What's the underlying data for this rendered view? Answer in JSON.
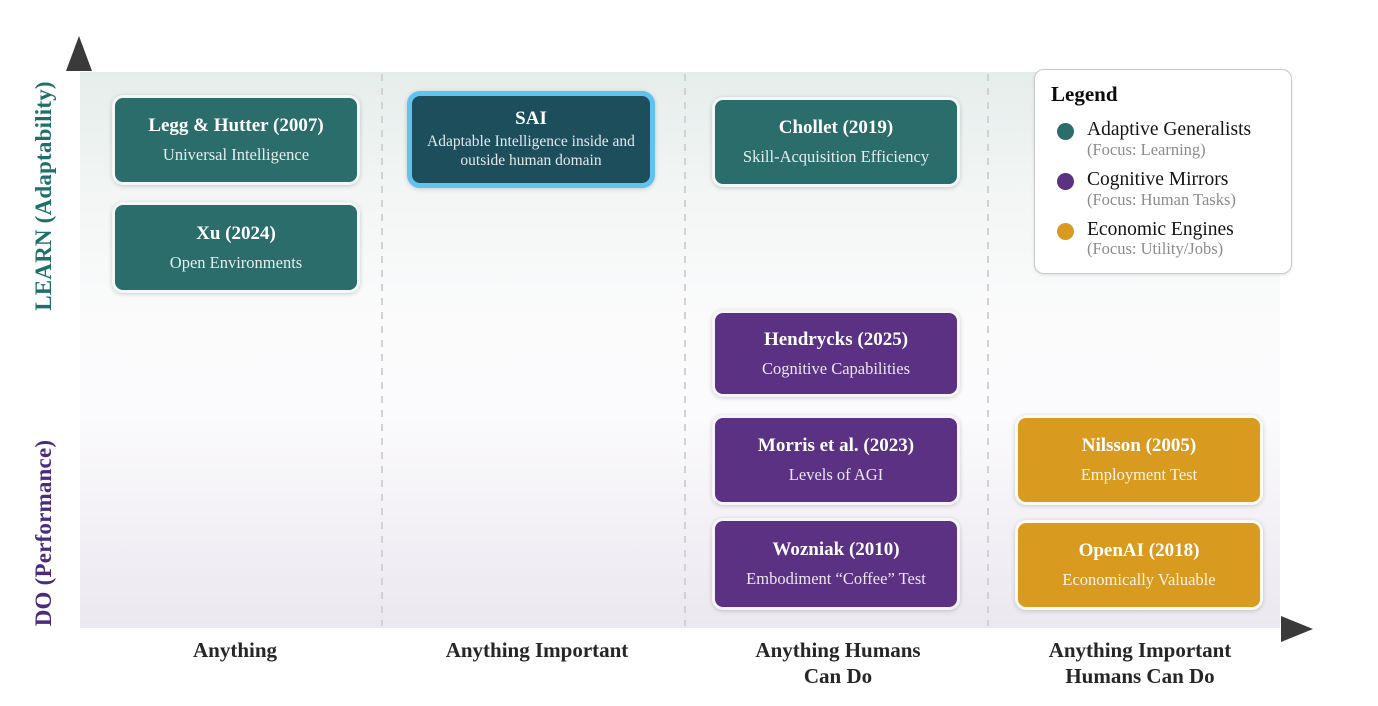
{
  "colors": {
    "teal": "#2a6d6a",
    "sai_fill": "#1d4e5c",
    "sai_border": "#5fc2ef",
    "purple": "#5a3183",
    "orange": "#d89a1f",
    "learn_axis": "#1e6f6e",
    "do_axis": "#4a2b7d",
    "arrow": "#3a3a3a"
  },
  "axes": {
    "y_top_label": "LEARN (Adaptability)",
    "y_bottom_label": "DO (Performance)",
    "x_categories": [
      "Anything",
      "Anything Important",
      "Anything Humans\nCan Do",
      "Anything Important\nHumans Can Do"
    ]
  },
  "boxes": {
    "legg": {
      "title": "Legg & Hutter (2007)",
      "subtitle": "Universal Intelligence"
    },
    "xu": {
      "title": "Xu (2024)",
      "subtitle": "Open Environments"
    },
    "sai": {
      "title": "SAI",
      "subtitle": "Adaptable Intelligence inside and outside human domain"
    },
    "chollet": {
      "title": "Chollet (2019)",
      "subtitle": "Skill-Acquisition Efficiency"
    },
    "hendrycks": {
      "title": "Hendrycks (2025)",
      "subtitle": "Cognitive Capabilities"
    },
    "morris": {
      "title": "Morris et al. (2023)",
      "subtitle": "Levels of AGI"
    },
    "wozniak": {
      "title": "Wozniak (2010)",
      "subtitle": "Embodiment “Coffee” Test"
    },
    "nilsson": {
      "title": "Nilsson (2005)",
      "subtitle": "Employment Test"
    },
    "openai": {
      "title": "OpenAI (2018)",
      "subtitle": "Economically Valuable"
    }
  },
  "legend": {
    "title": "Legend",
    "items": [
      {
        "label": "Adaptive Generalists",
        "focus": "(Focus: Learning)",
        "color": "#2a6d6a"
      },
      {
        "label": "Cognitive Mirrors",
        "focus": "(Focus: Human Tasks)",
        "color": "#5a3183"
      },
      {
        "label": "Economic Engines",
        "focus": "(Focus: Utility/Jobs)",
        "color": "#d89a1f"
      }
    ]
  }
}
